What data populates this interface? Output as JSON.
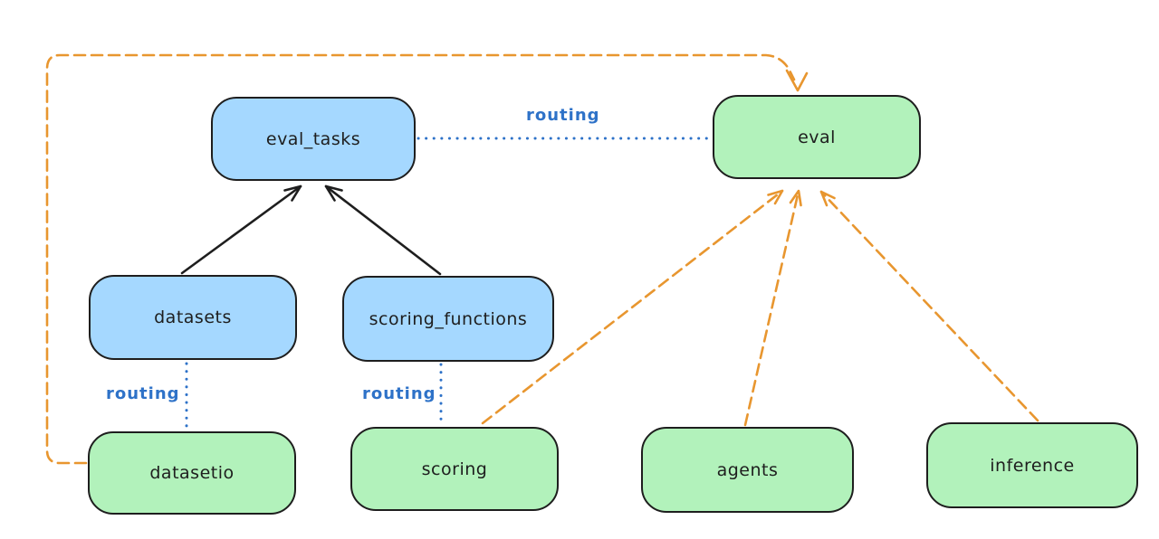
{
  "colors": {
    "background": "#ffffff",
    "api_fill": "#a5d8ff",
    "provider_fill": "#b2f2bb",
    "stroke": "#1e1e1e",
    "routing_color": "#2e72c8",
    "orange": "#e8962f"
  },
  "nodes": [
    {
      "id": "eval_tasks",
      "label": "eval_tasks",
      "kind": "api"
    },
    {
      "id": "eval",
      "label": "eval",
      "kind": "provider"
    },
    {
      "id": "datasets",
      "label": "datasets",
      "kind": "api"
    },
    {
      "id": "scoring_functions",
      "label": "scoring_functions",
      "kind": "api"
    },
    {
      "id": "datasetio",
      "label": "datasetio",
      "kind": "provider"
    },
    {
      "id": "scoring",
      "label": "scoring",
      "kind": "provider"
    },
    {
      "id": "agents",
      "label": "agents",
      "kind": "provider"
    },
    {
      "id": "inference",
      "label": "inference",
      "kind": "provider"
    }
  ],
  "edges": [
    {
      "from": "datasets",
      "to": "eval_tasks",
      "style": "solid-arrow",
      "color": "black",
      "label": ""
    },
    {
      "from": "scoring_functions",
      "to": "eval_tasks",
      "style": "solid-arrow",
      "color": "black",
      "label": ""
    },
    {
      "from": "eval_tasks",
      "to": "eval",
      "style": "dotted",
      "color": "blue",
      "label": "routing"
    },
    {
      "from": "datasets",
      "to": "datasetio",
      "style": "dotted",
      "color": "blue",
      "label": "routing"
    },
    {
      "from": "scoring_functions",
      "to": "scoring",
      "style": "dotted",
      "color": "blue",
      "label": "routing"
    },
    {
      "from": "datasetio",
      "to": "eval",
      "style": "dashed-arrow",
      "color": "orange",
      "label": ""
    },
    {
      "from": "scoring",
      "to": "eval",
      "style": "dashed-arrow",
      "color": "orange",
      "label": ""
    },
    {
      "from": "agents",
      "to": "eval",
      "style": "dashed-arrow",
      "color": "orange",
      "label": ""
    },
    {
      "from": "inference",
      "to": "eval",
      "style": "dashed-arrow",
      "color": "orange",
      "label": ""
    }
  ]
}
